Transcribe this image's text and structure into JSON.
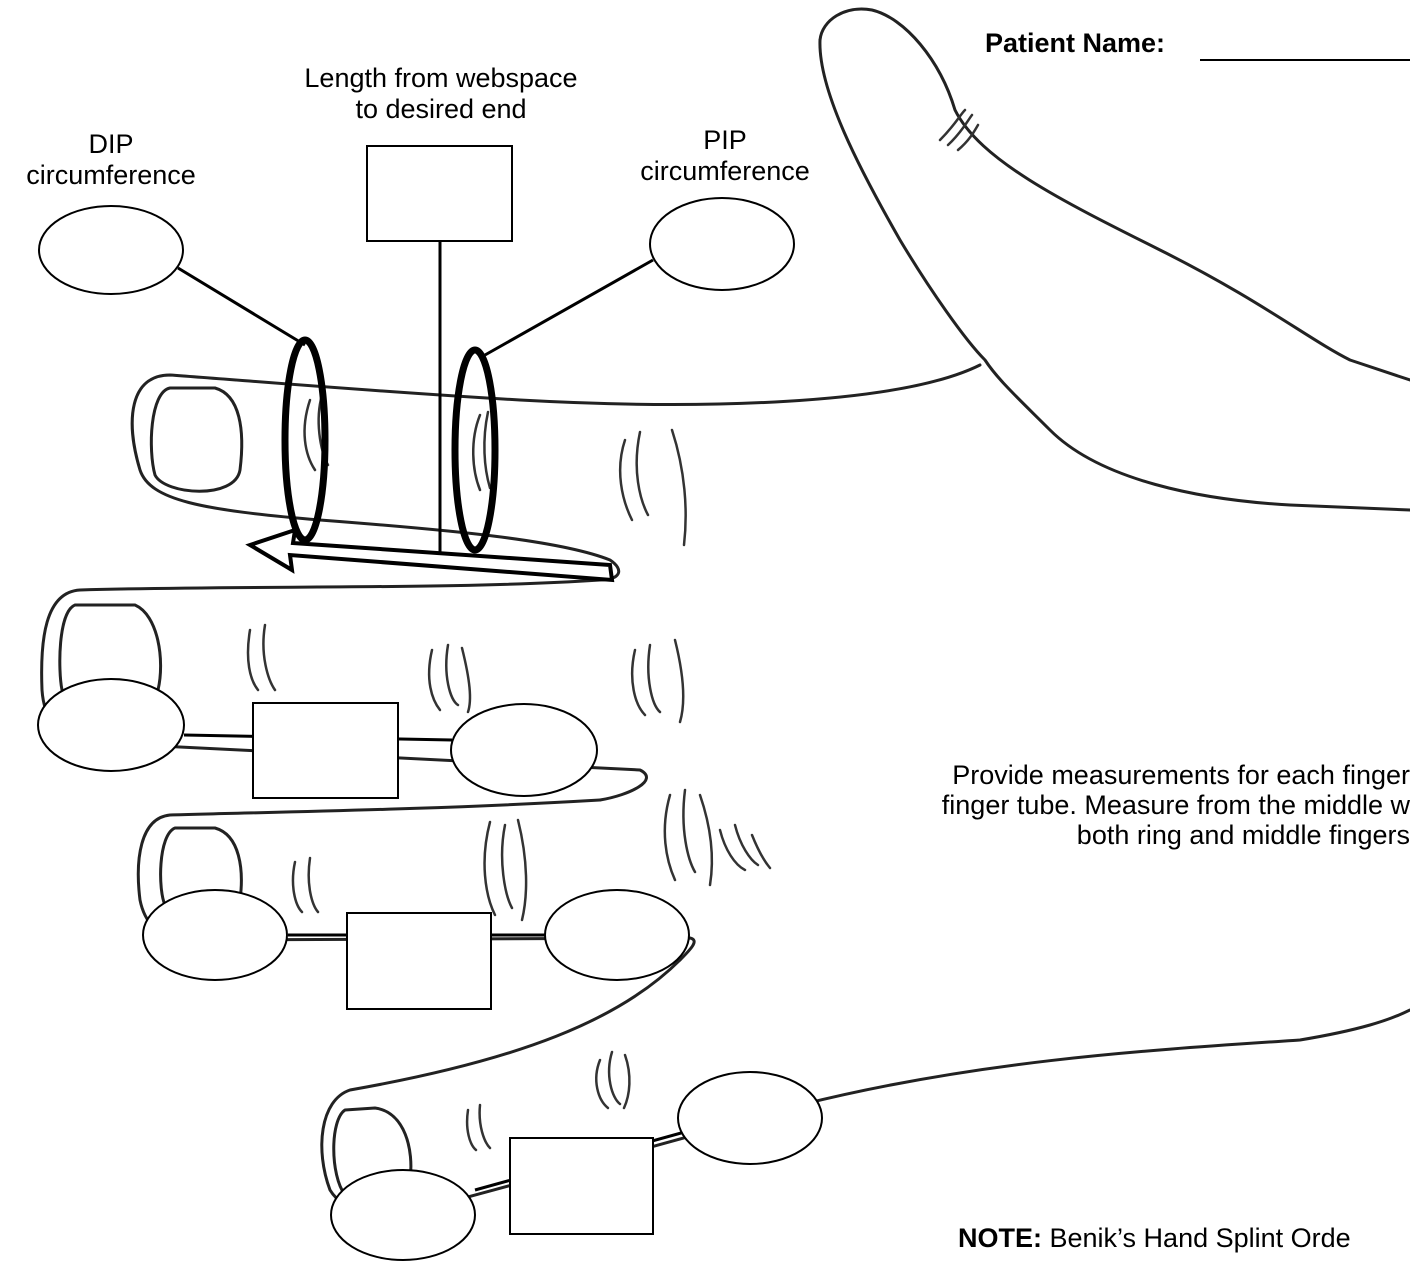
{
  "patient": {
    "label": "Patient Name:"
  },
  "labels": {
    "length_line1": "Length from webspace",
    "length_line2": "to desired end",
    "dip_line1": "DIP",
    "dip_line2": "circumference",
    "pip_line1": "PIP",
    "pip_line2": "circumference"
  },
  "instructions": {
    "line1": "Provide measurements for each finger",
    "line2": "finger tube. Measure from the middle w",
    "line3": "both ring and middle fingers"
  },
  "note": {
    "bold": "NOTE:",
    "text": " Benik’s Hand Splint Orde"
  },
  "fields": {
    "index": {
      "dip": "",
      "length": "",
      "pip": ""
    },
    "middle": {
      "dip": "",
      "length": "",
      "pip": ""
    },
    "ring": {
      "dip": "",
      "length": "",
      "pip": ""
    },
    "little": {
      "dip": "",
      "length": "",
      "pip": ""
    }
  }
}
